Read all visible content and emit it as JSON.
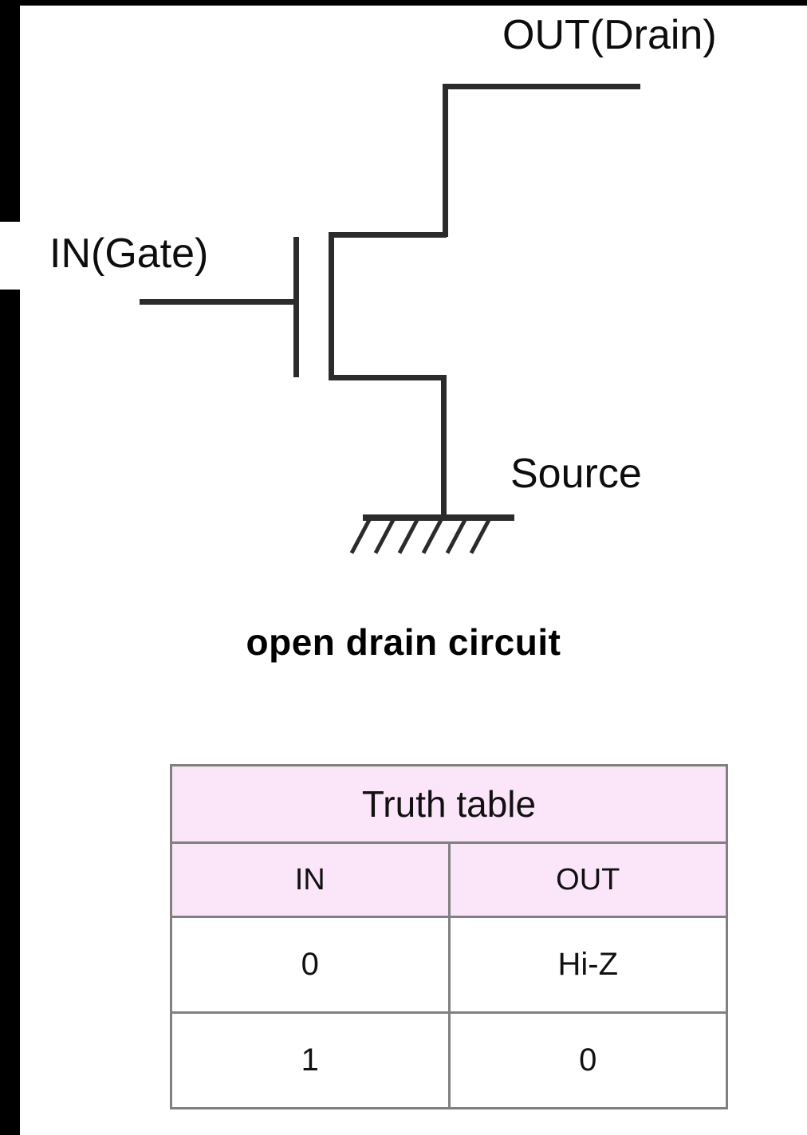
{
  "diagram": {
    "caption": "open drain circuit",
    "labels": {
      "output": "OUT(Drain)",
      "input": "IN(Gate)",
      "source": "Source"
    },
    "colors": {
      "wire": "#2b2b2b",
      "table_header_bg": "#fae6f8",
      "table_border": "#808080",
      "edge_bar": "#000000",
      "text": "#111111"
    }
  },
  "truth_table": {
    "title": "Truth table",
    "columns": [
      "IN",
      "OUT"
    ],
    "rows": [
      {
        "in": "0",
        "out": "Hi-Z"
      },
      {
        "in": "1",
        "out": "0"
      }
    ]
  }
}
